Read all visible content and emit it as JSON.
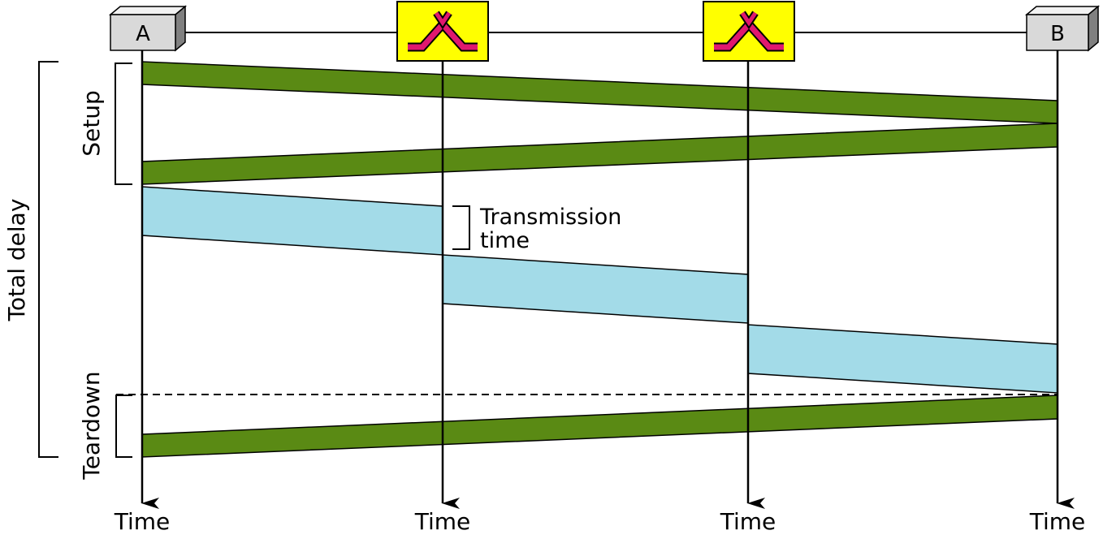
{
  "nodes": {
    "a_label": "A",
    "b_label": "B",
    "switch_icon": "switch-icon"
  },
  "axis_labels": {
    "time_a": "Time",
    "time_s1": "Time",
    "time_s2": "Time",
    "time_b": "Time"
  },
  "brackets": {
    "setup": "Setup",
    "teardown": "Teardown",
    "total_delay": "Total delay"
  },
  "annotation": {
    "line1": "Transmission",
    "line2": "time"
  },
  "colors": {
    "control_band": "#5a8a14",
    "data_band": "#a3dbe8",
    "switch_fill": "#ffff00",
    "switch_symbol": "#e0186e",
    "node_box": "#d9d9d9"
  }
}
